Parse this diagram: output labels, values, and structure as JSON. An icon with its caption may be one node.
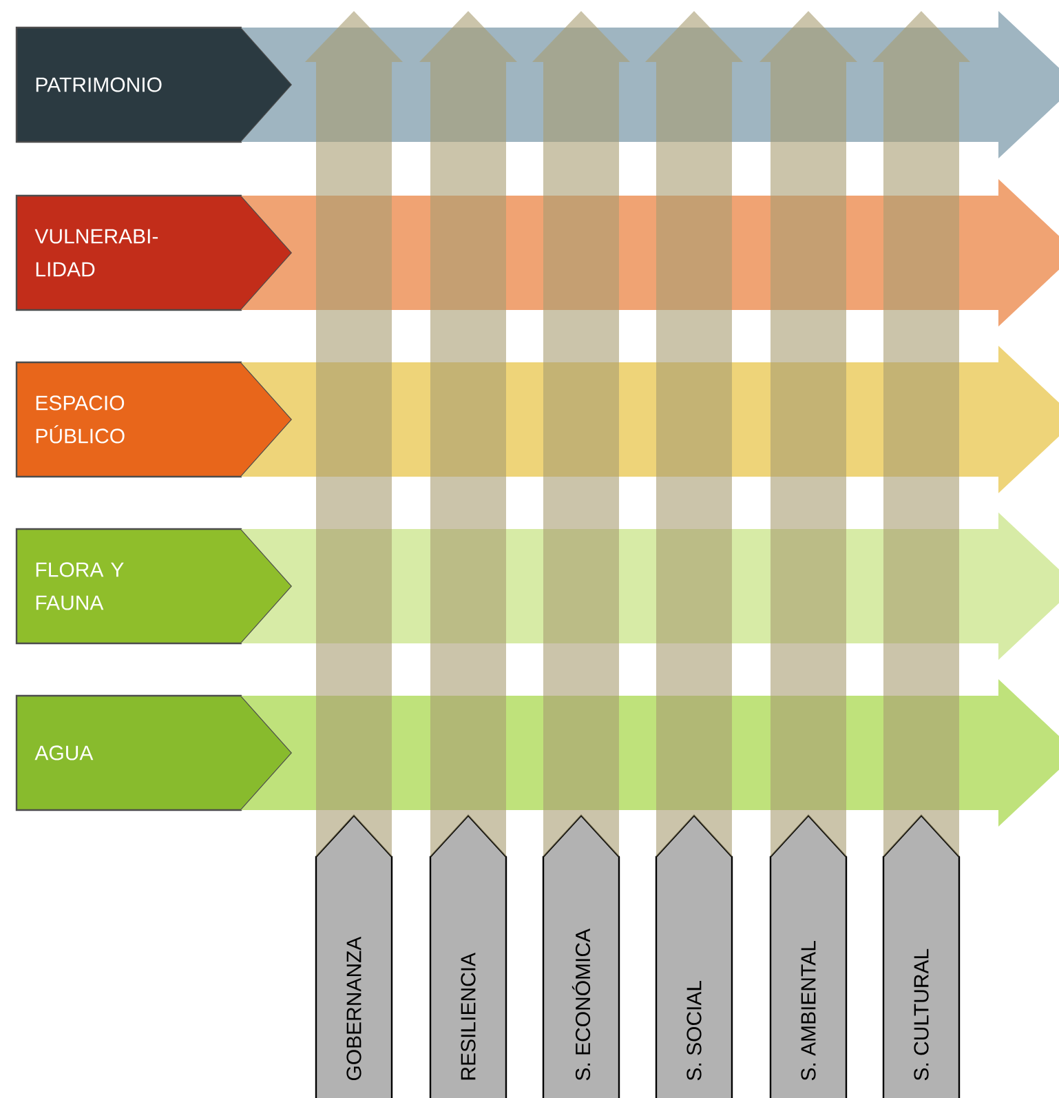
{
  "diagram": {
    "nodes": [
      {
        "text": [
          "PATRIMONIO"
        ]
      },
      {
        "text": [
          "VULNERABI-LIDAD"
        ]
      },
      {
        "text": [
          "ESPACIO PÚBLICO"
        ]
      },
      {
        "text": [
          "FLORA Y FAUNA"
        ]
      },
      {
        "text": [
          "AGUA"
        ]
      },
      {
        "text": [
          "GOBERNANZA"
        ]
      },
      {
        "text": [
          "RESILIENCIA"
        ]
      },
      {
        "text": [
          "S. ECONÓMICA"
        ]
      },
      {
        "text": [
          "S. SOCIAL"
        ]
      },
      {
        "text": [
          "S. AMBIENTAL"
        ]
      },
      {
        "text": [
          "S. CULTURAL"
        ]
      }
    ],
    "edges": [
      {
        "from": 0,
        "to": null,
        "arrow": "to",
        "color": "#9fb5c1"
      },
      {
        "from": 1,
        "to": null,
        "arrow": "to",
        "color": "#f0a373"
      },
      {
        "from": 2,
        "to": null,
        "arrow": "to",
        "color": "#eed479"
      },
      {
        "from": 3,
        "to": null,
        "arrow": "to",
        "color": "#d7eba6"
      },
      {
        "from": 4,
        "to": null,
        "arrow": "to",
        "color": "#bfe27b"
      },
      {
        "from": 5,
        "to": null,
        "arrow": "to"
      },
      {
        "from": 6,
        "to": null,
        "arrow": "to"
      },
      {
        "from": 7,
        "to": null,
        "arrow": "to"
      },
      {
        "from": 8,
        "to": null,
        "arrow": "to"
      },
      {
        "from": 9,
        "to": null,
        "arrow": "to"
      },
      {
        "from": 10,
        "to": null,
        "arrow": "to"
      }
    ]
  }
}
